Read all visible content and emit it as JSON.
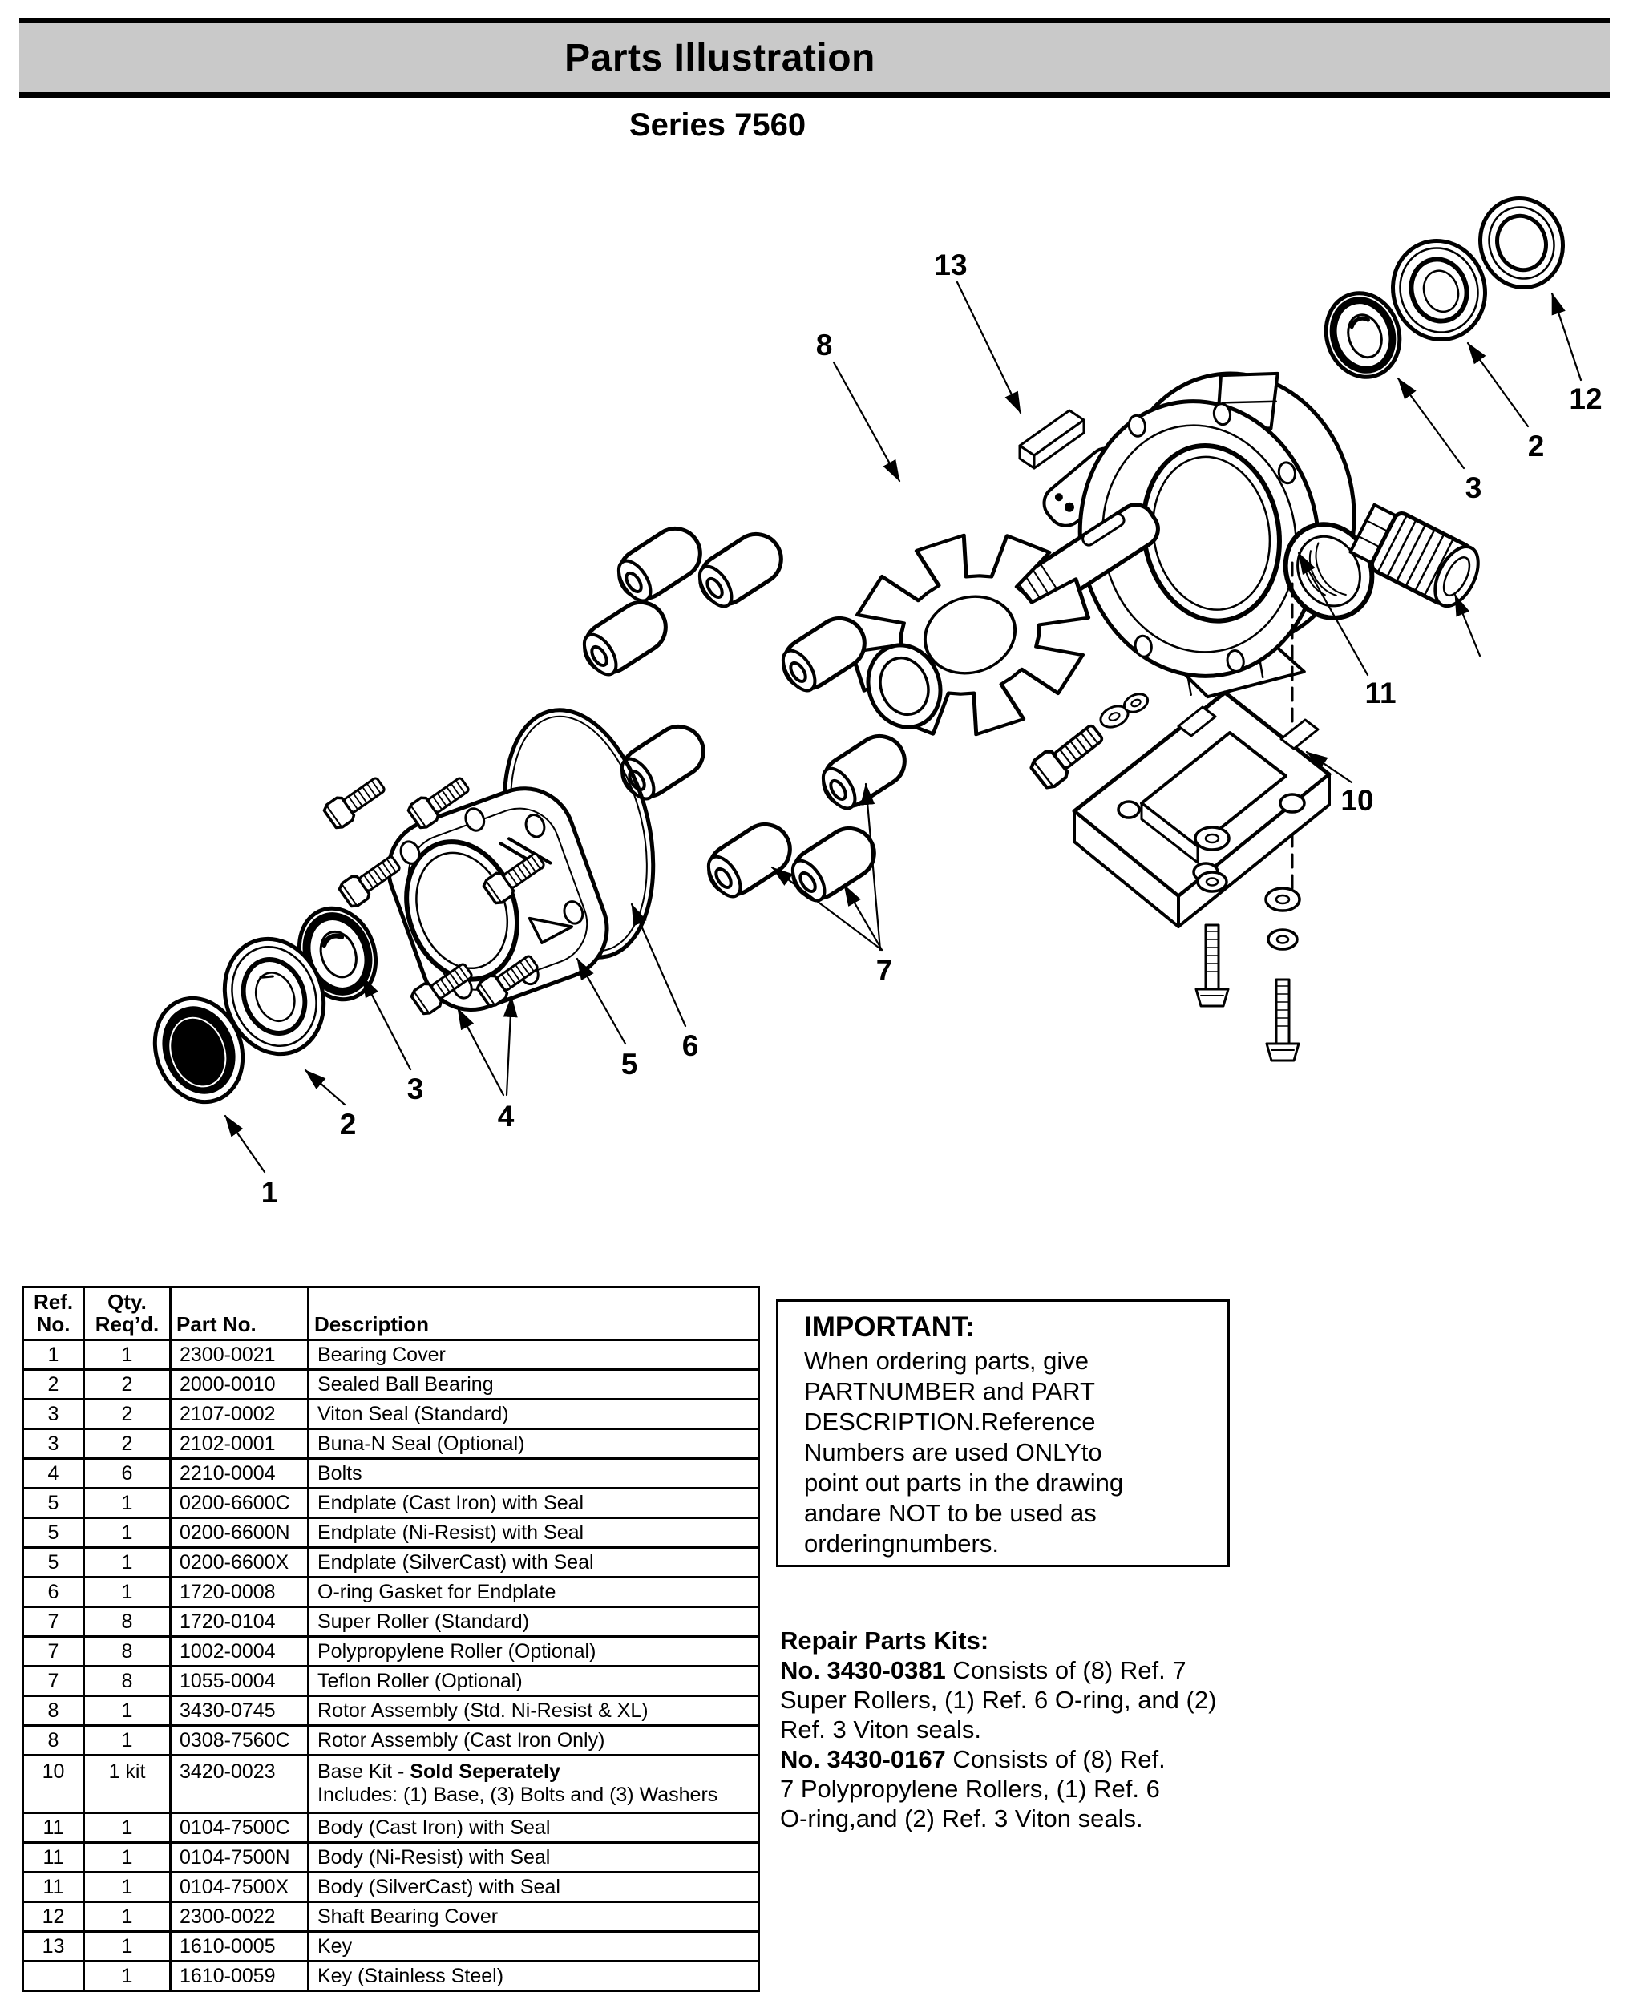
{
  "colors": {
    "banner_bg": "#c9c9c9",
    "ink": "#000000",
    "paper": "#ffffff"
  },
  "page": {
    "title": "Parts Illustration",
    "subtitle": "Series 7560"
  },
  "diagram": {
    "callouts": [
      {
        "label": "1"
      },
      {
        "label": "2"
      },
      {
        "label": "3"
      },
      {
        "label": "4"
      },
      {
        "label": "5"
      },
      {
        "label": "6"
      },
      {
        "label": "7"
      },
      {
        "label": "8"
      },
      {
        "label": "10"
      },
      {
        "label": "11"
      },
      {
        "label": "12"
      },
      {
        "label": "13"
      },
      {
        "label": "2"
      },
      {
        "label": "3"
      }
    ]
  },
  "table": {
    "headers": {
      "ref": "Ref.\nNo.",
      "qty": "Qty.\nReq’d.",
      "part": "Part No.",
      "desc": "Description"
    },
    "rows": [
      {
        "ref": "1",
        "qty": "1",
        "part": "2300-0021",
        "desc": "Bearing Cover"
      },
      {
        "ref": "2",
        "qty": "2",
        "part": "2000-0010",
        "desc": "Sealed Ball Bearing"
      },
      {
        "ref": "3",
        "qty": "2",
        "part": "2107-0002",
        "desc": "Viton Seal (Standard)"
      },
      {
        "ref": "3",
        "qty": "2",
        "part": "2102-0001",
        "desc": "Buna-N Seal (Optional)"
      },
      {
        "ref": "4",
        "qty": "6",
        "part": "2210-0004",
        "desc": "Bolts"
      },
      {
        "ref": "5",
        "qty": "1",
        "part": "0200-6600C",
        "desc": "Endplate (Cast Iron) with Seal"
      },
      {
        "ref": "5",
        "qty": "1",
        "part": "0200-6600N",
        "desc": "Endplate (Ni-Resist) with Seal"
      },
      {
        "ref": "5",
        "qty": "1",
        "part": "0200-6600X",
        "desc": "Endplate (SilverCast) with Seal"
      },
      {
        "ref": "6",
        "qty": "1",
        "part": "1720-0008",
        "desc": "O-ring Gasket for Endplate"
      },
      {
        "ref": "7",
        "qty": "8",
        "part": "1720-0104",
        "desc": "Super Roller (Standard)"
      },
      {
        "ref": "7",
        "qty": "8",
        "part": "1002-0004",
        "desc": "Polypropylene Roller (Optional)"
      },
      {
        "ref": "7",
        "qty": "8",
        "part": "1055-0004",
        "desc": "Teflon Roller (Optional)"
      },
      {
        "ref": "8",
        "qty": "1",
        "part": "3430-0745",
        "desc": "Rotor Assembly (Std. Ni-Resist & XL)"
      },
      {
        "ref": "8",
        "qty": "1",
        "part": "0308-7560C",
        "desc": "Rotor Assembly (Cast Iron Only)"
      },
      {
        "ref": "10",
        "qty": "1 kit",
        "part": "3420-0023",
        "desc": "Base Kit - ",
        "desc_bold": "Sold Seperately",
        "desc_line2": "Includes: (1) Base, (3) Bolts and (3) Washers"
      },
      {
        "ref": "11",
        "qty": "1",
        "part": "0104-7500C",
        "desc": "Body (Cast Iron) with Seal"
      },
      {
        "ref": "11",
        "qty": "1",
        "part": "0104-7500N",
        "desc": "Body (Ni-Resist) with Seal"
      },
      {
        "ref": "11",
        "qty": "1",
        "part": "0104-7500X",
        "desc": "Body (SilverCast) with Seal"
      },
      {
        "ref": "12",
        "qty": "1",
        "part": "2300-0022",
        "desc": "Shaft Bearing Cover"
      },
      {
        "ref": "13",
        "qty": "1",
        "part": "1610-0005",
        "desc": "Key"
      },
      {
        "ref": "",
        "qty": "1",
        "part": "1610-0059",
        "desc": "Key (Stainless Steel)"
      }
    ]
  },
  "important": {
    "heading": "IMPORTANT:",
    "lines": [
      "When ordering parts, give",
      "PARTNUMBER and PART",
      "DESCRIPTION.Reference",
      "Numbers are used ONLYto",
      "point out parts in the drawing",
      "andare NOT to be used as",
      "orderingnumbers."
    ]
  },
  "repair_kits": {
    "lines": [
      {
        "bold": "Repair Parts Kits:",
        "rest": ""
      },
      {
        "bold": "No. 3430-0381",
        "rest": " Consists of (8) Ref. 7"
      },
      {
        "bold": "",
        "rest": "Super Rollers, (1) Ref. 6 O-ring, and (2)"
      },
      {
        "bold": "",
        "rest": "Ref. 3 Viton seals."
      },
      {
        "bold": "No. 3430-0167",
        "rest": " Consists of (8) Ref."
      },
      {
        "bold": "",
        "rest": "7 Polypropylene Rollers, (1) Ref. 6"
      },
      {
        "bold": "",
        "rest": "O-ring,and (2) Ref. 3 Viton seals."
      }
    ]
  }
}
